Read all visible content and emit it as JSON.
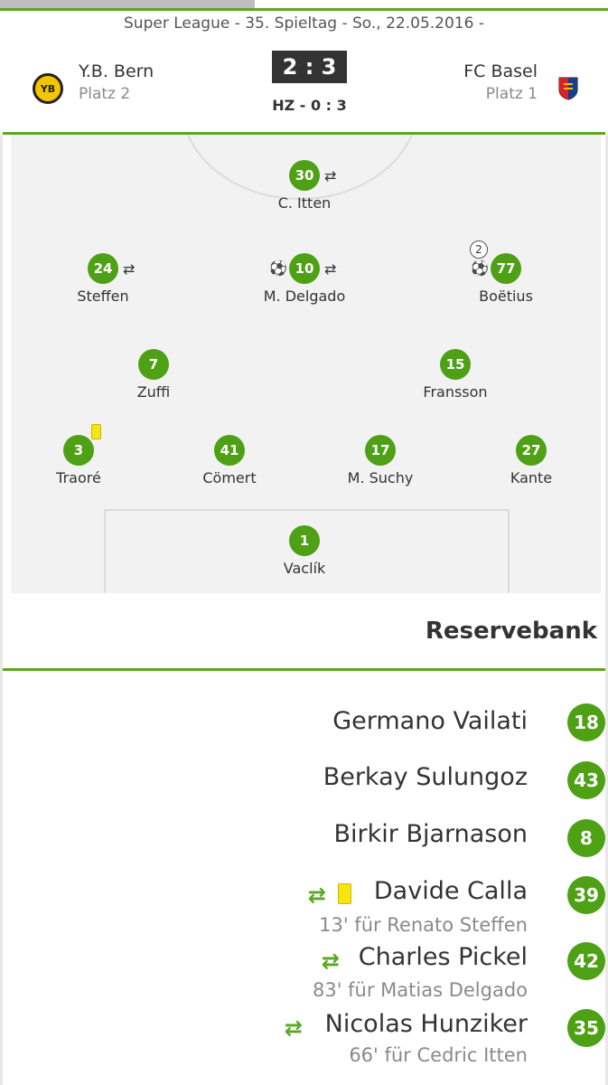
{
  "header": {
    "match_info": "Super League - 35. Spieltag - So., 22.05.2016 -",
    "home": {
      "name": "Y.B. Bern",
      "rank": "Platz 2",
      "logo_text": "YB"
    },
    "away": {
      "name": "FC Basel",
      "rank": "Platz 1"
    },
    "score": "2 : 3",
    "halftime": "HZ - 0 : 3"
  },
  "lineup": {
    "forward": {
      "num": "30",
      "name": "C. Itten"
    },
    "mid_left": {
      "num": "24",
      "name": "Steffen"
    },
    "mid_center": {
      "num": "10",
      "name": "M. Delgado"
    },
    "mid_right": {
      "num": "77",
      "name": "Boëtius",
      "goals": "2"
    },
    "dm_left": {
      "num": "7",
      "name": "Zuffi"
    },
    "dm_right": {
      "num": "15",
      "name": "Fransson"
    },
    "def1": {
      "num": "3",
      "name": "Traoré"
    },
    "def2": {
      "num": "41",
      "name": "Cömert"
    },
    "def3": {
      "num": "17",
      "name": "M. Suchy"
    },
    "def4": {
      "num": "27",
      "name": "Kante"
    },
    "gk": {
      "num": "1",
      "name": "Vaclík"
    }
  },
  "icons": {
    "substitution": "⇄",
    "goal": "⚽"
  },
  "colors": {
    "accent": "#5aa820",
    "player_circle": "#4ea014",
    "yellow_card": "#f7e50f"
  },
  "bench": {
    "title": "Reservebank",
    "players": [
      {
        "name": "Germano Vailati",
        "num": "18",
        "info": ""
      },
      {
        "name": "Berkay Sulungoz",
        "num": "43",
        "info": ""
      },
      {
        "name": "Birkir Bjarnason",
        "num": "8",
        "info": ""
      },
      {
        "name": "Davide Calla",
        "num": "39",
        "info": "13' für Renato Steffen"
      },
      {
        "name": "Charles Pickel",
        "num": "42",
        "info": "83' für Matias Delgado"
      },
      {
        "name": "Nicolas Hunziker",
        "num": "35",
        "info": "66' für Cedric Itten"
      }
    ]
  }
}
